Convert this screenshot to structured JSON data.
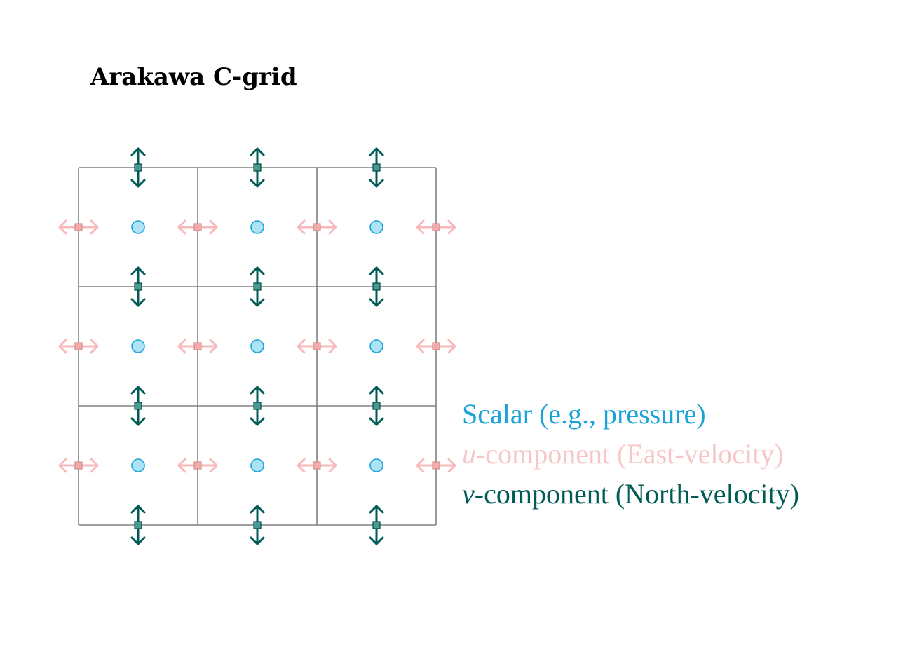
{
  "title": "Arakawa C-grid",
  "grid": {
    "rows": 3,
    "cols": 3
  },
  "colors": {
    "grid_line": "#808080",
    "scalar_fill": "#ade3f4",
    "scalar_stroke": "#1aa3d9",
    "u_arrow": "#f7b9b9",
    "u_marker_fill": "#f2aaaa",
    "u_marker_stroke": "#d38f8f",
    "v_arrow": "#005a55",
    "v_marker_fill": "#4a9a93",
    "v_marker_stroke": "#004a45",
    "scalar_text": "#1aa3d9",
    "u_text": "#f7c6c6",
    "v_text": "#005a55"
  },
  "legend": {
    "scalar": {
      "text": "Scalar (e.g., pressure)"
    },
    "u": {
      "symbol": "u",
      "text": "-component (East-velocity)"
    },
    "v": {
      "symbol": "v",
      "text": "-component (North-velocity)"
    }
  }
}
